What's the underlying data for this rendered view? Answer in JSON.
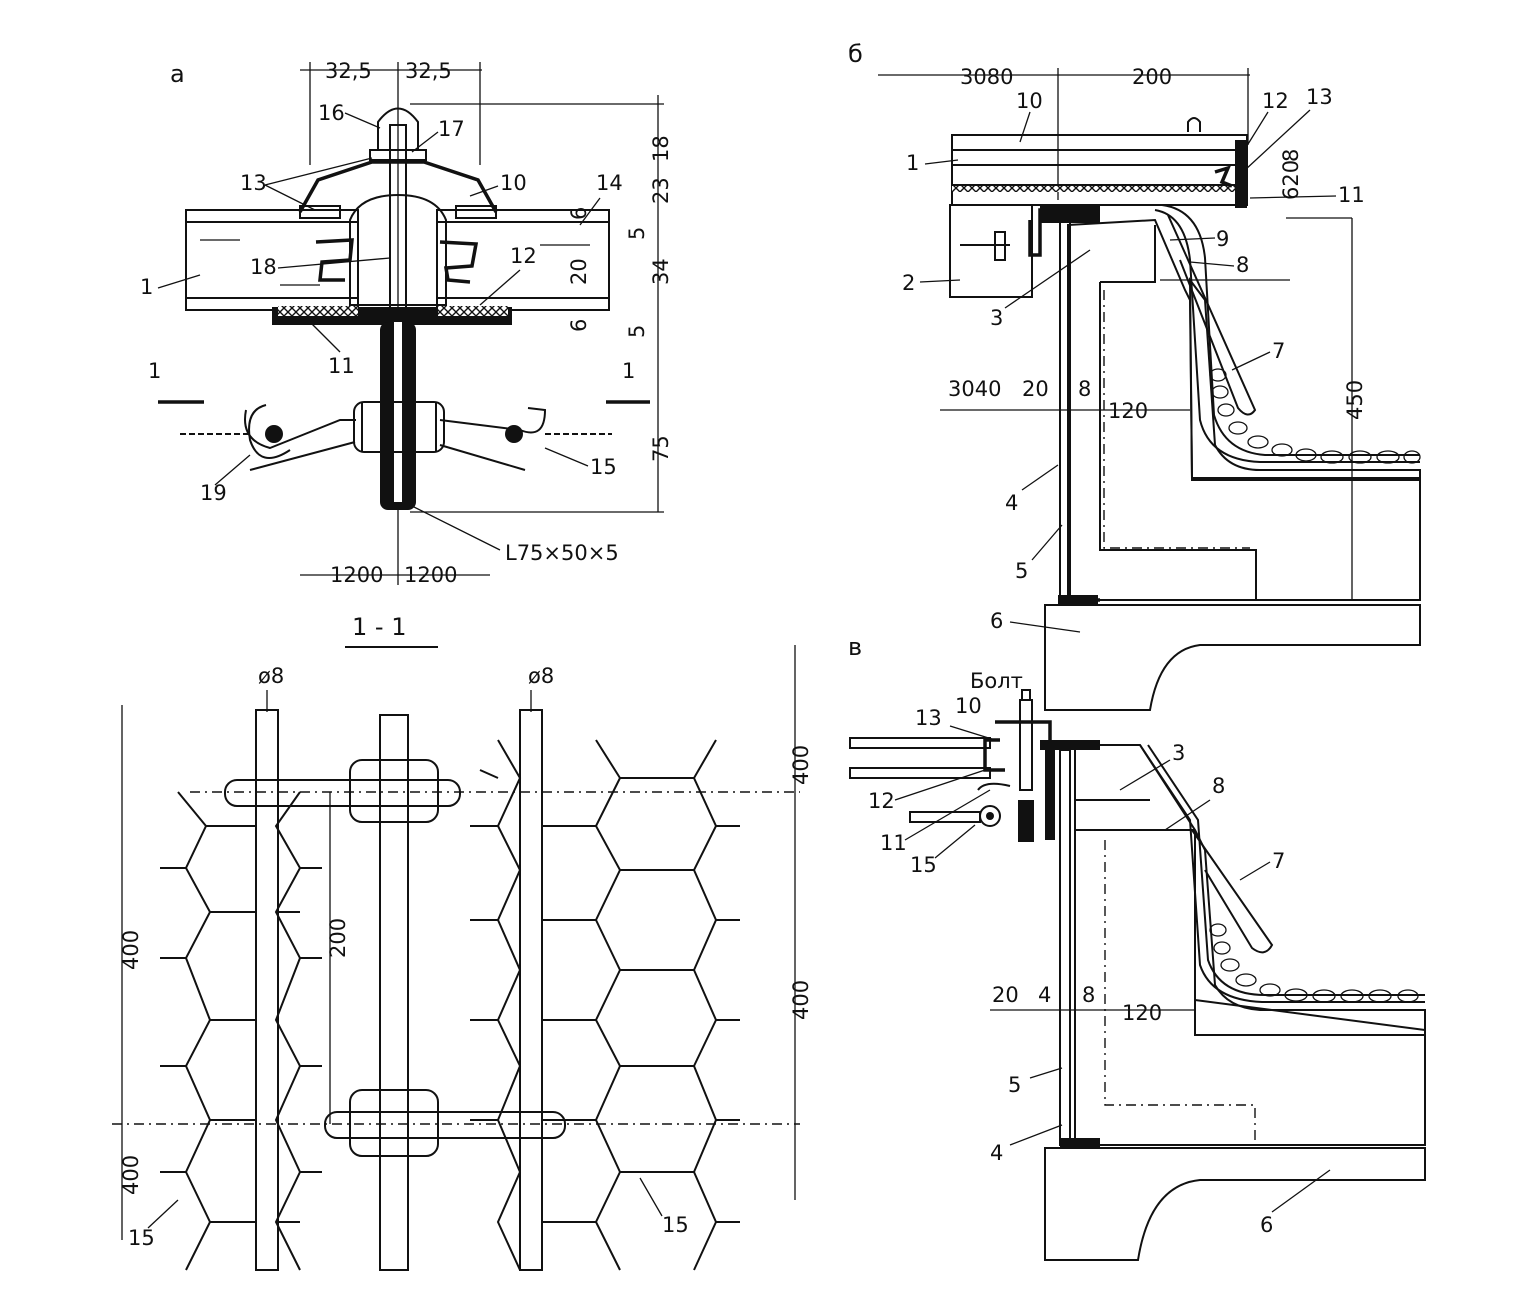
{
  "panels": {
    "a": {
      "tag": "а",
      "dims_top": [
        "32,5",
        "32,5"
      ],
      "dims_right": [
        "18",
        "23",
        "6",
        "5",
        "20",
        "34",
        "6",
        "5",
        "75"
      ],
      "dims_bottom": [
        "1200",
        "1200"
      ],
      "section_marks": [
        "1",
        "1"
      ],
      "profile_label": "L75×50×5",
      "callouts": [
        "1",
        "10",
        "11",
        "12",
        "13",
        "14",
        "15",
        "16",
        "17",
        "18",
        "19"
      ]
    },
    "section": {
      "title": "1 - 1",
      "rod_labels": [
        "ø8",
        "ø8"
      ],
      "dims": [
        "400",
        "400",
        "200",
        "400",
        "400"
      ],
      "callouts": [
        "15",
        "15"
      ]
    },
    "b": {
      "tag": "б",
      "dims": [
        "3080",
        "200",
        "8",
        "620",
        "3040",
        "20",
        "8",
        "120",
        "450"
      ],
      "callouts": [
        "1",
        "2",
        "3",
        "4",
        "5",
        "6",
        "7",
        "8",
        "9",
        "10",
        "11",
        "12",
        "13"
      ]
    },
    "v": {
      "tag": "в",
      "bolt_label": "Болт",
      "dims": [
        "20",
        "4",
        "8",
        "120"
      ],
      "callouts": [
        "3",
        "4",
        "5",
        "6",
        "7",
        "8",
        "10",
        "11",
        "12",
        "13",
        "15"
      ]
    }
  }
}
